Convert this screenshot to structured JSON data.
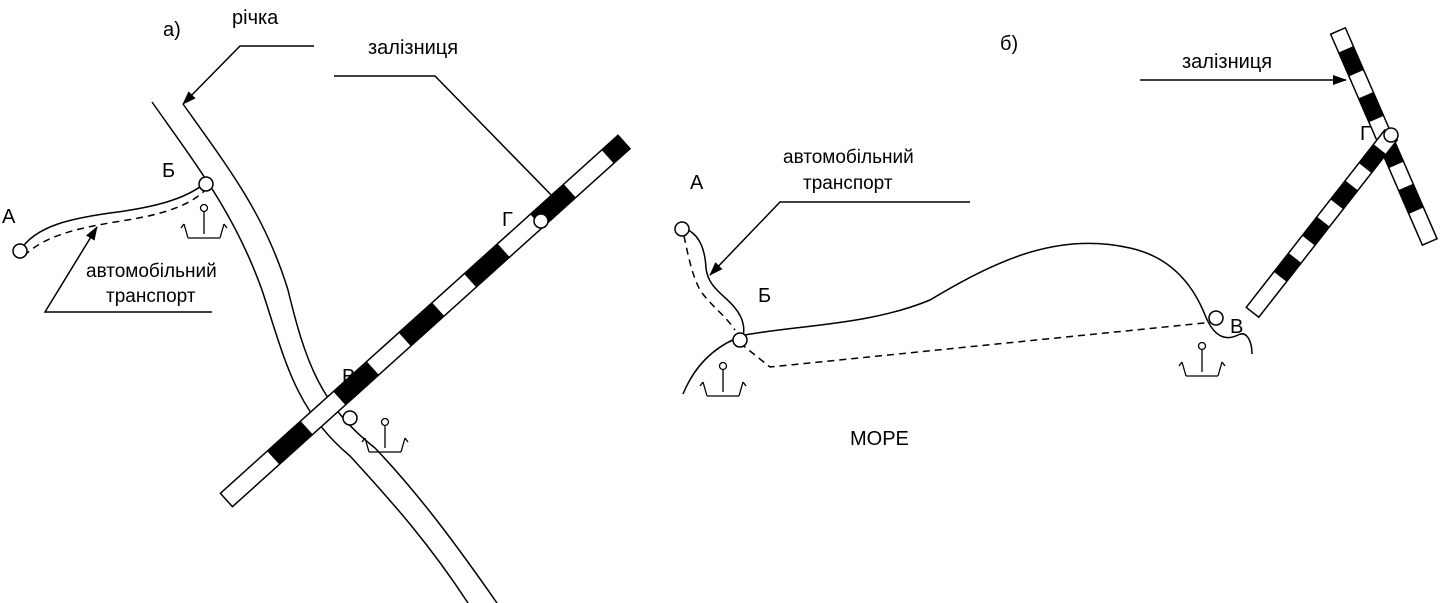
{
  "panel_a": {
    "tag": "а)",
    "river_label": "річка",
    "rail_label": "залізниця",
    "road_label_line1": "автомобільний",
    "road_label_line2": "транспорт",
    "points": {
      "a": "А",
      "b": "Б",
      "v": "В",
      "g": "Г"
    }
  },
  "panel_b": {
    "tag": "б)",
    "rail_label": "залізниця",
    "road_label_line1": "автомобільний",
    "road_label_line2": "транспорт",
    "sea_label": "МОРЕ",
    "points": {
      "a": "А",
      "b": "Б",
      "v": "В",
      "g": "Г"
    }
  }
}
